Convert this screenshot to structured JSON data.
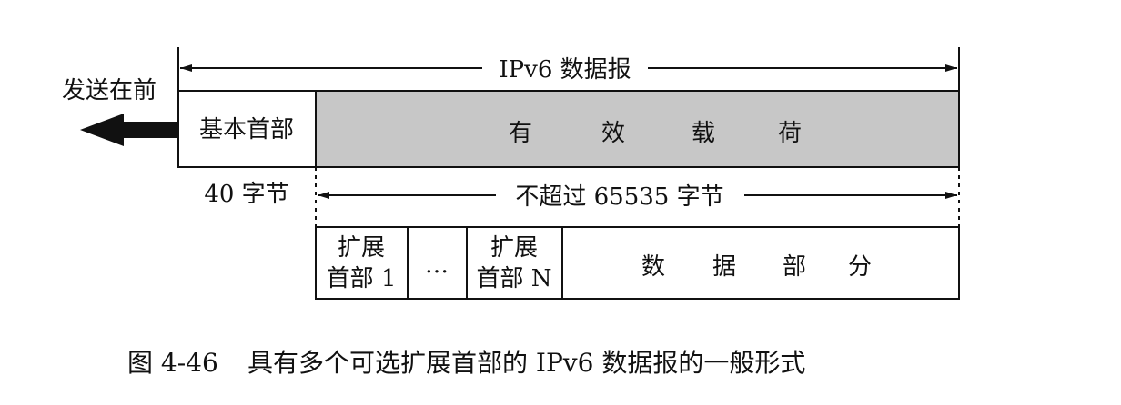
{
  "datagram": {
    "title": "IPv6 数据报",
    "send_first": "发送在前",
    "base_header": "基本首部",
    "base_header_size": "40 字节",
    "payload_chars": [
      "有",
      "效",
      "载",
      "荷"
    ],
    "payload_limit": "不超过 65535 字节"
  },
  "payload_detail": {
    "ext_header_1": [
      "扩展",
      "首部 1"
    ],
    "ellipsis": "…",
    "ext_header_n": [
      "扩展",
      "首部 N"
    ],
    "data_chars": [
      "数",
      "据",
      "部",
      "分"
    ]
  },
  "caption": {
    "number": "图 4-46",
    "text": "具有多个可选扩展首部的 IPv6 数据报的一般形式"
  },
  "colors": {
    "ink": "#111111",
    "payload_fill": "#c7c7c7",
    "background": "#ffffff"
  }
}
